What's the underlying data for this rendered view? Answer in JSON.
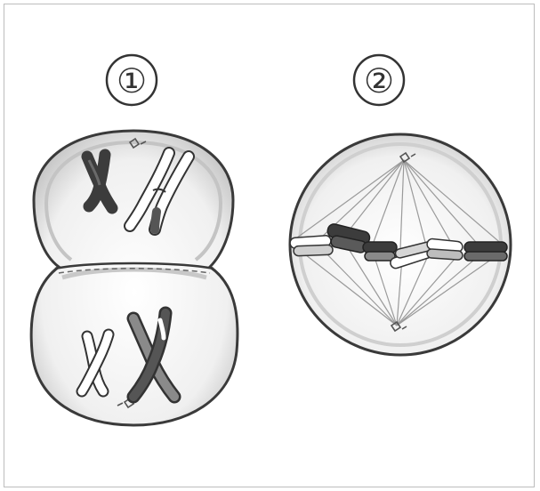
{
  "figure": {
    "panels": [
      {
        "label": "①",
        "stage": "telophase"
      },
      {
        "label": "②",
        "stage": "metaphase"
      }
    ],
    "colors": {
      "outline": "#3a3a3a",
      "cell_fill": "#f2f2f2",
      "dark_chromatid": "#3c3c3c",
      "mid_chromatid": "#8a8a8a",
      "light_chromatid": "#ffffff",
      "spindle": "#9a9a9a"
    }
  }
}
